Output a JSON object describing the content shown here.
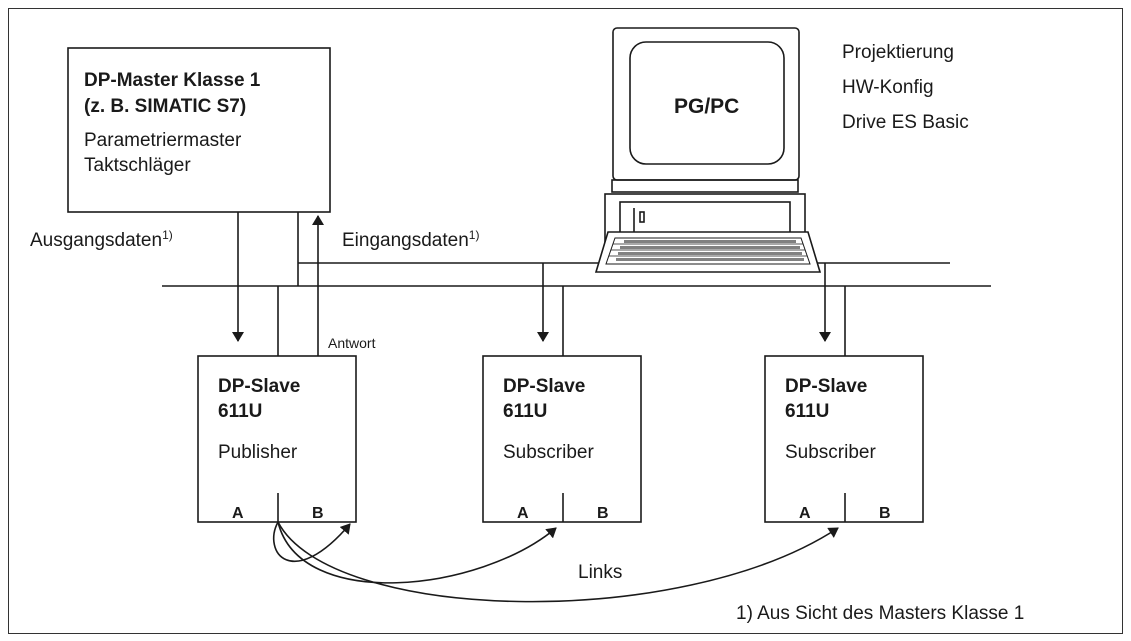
{
  "master": {
    "title_line1": "DP-Master Klasse 1",
    "title_line2": "(z. B. SIMATIC S7)",
    "role_line1": "Parametriermaster",
    "role_line2": "Taktschläger"
  },
  "pc": {
    "screen_label": "PG/PC",
    "tools": [
      "Projektierung",
      "HW-Konfig",
      "Drive ES Basic"
    ]
  },
  "bus_labels": {
    "output": "Ausgangsdaten",
    "input": "Eingangsdaten",
    "footnote_mark": "1)",
    "answer": "Antwort",
    "links": "Links"
  },
  "slaves": [
    {
      "name": "DP-Slave",
      "type": "611U",
      "role": "Publisher",
      "port_a": "A",
      "port_b": "B"
    },
    {
      "name": "DP-Slave",
      "type": "611U",
      "role": "Subscriber",
      "port_a": "A",
      "port_b": "B"
    },
    {
      "name": "DP-Slave",
      "type": "611U",
      "role": "Subscriber",
      "port_a": "A",
      "port_b": "B"
    }
  ],
  "footnote": "1) Aus Sicht des Masters Klasse 1",
  "colors": {
    "line": "#1a1a1a",
    "background": "#ffffff"
  }
}
